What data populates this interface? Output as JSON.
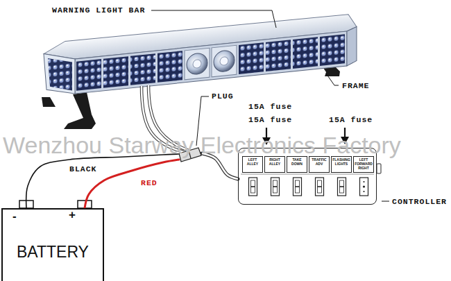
{
  "diagram": {
    "nodes": [
      {
        "text": [
          "PLUG"
        ]
      },
      {
        "text": [
          "CONTROLLER"
        ]
      },
      {
        "text": [
          "LEFT ALLEY"
        ],
        "in": 1
      },
      {
        "text": [
          "RIGHT ALLEY"
        ],
        "in": 1
      },
      {
        "text": [
          "TAKE DOWN"
        ],
        "in": 1
      },
      {
        "text": [
          "TRAFFIC ADV"
        ],
        "in": 1
      },
      {
        "text": [
          "FLASHING LIGHTS"
        ],
        "in": 1
      },
      {
        "text": [
          "LEFT FORWARD RIGHT"
        ],
        "in": 1
      },
      {
        "text": [
          "-",
          "+",
          "BATTERY"
        ]
      }
    ],
    "edges": [
      {
        "from": 8,
        "to": 0,
        "label": "BLACK",
        "arrow": "none"
      },
      {
        "from": 8,
        "to": 0,
        "label": "RED",
        "arrow": "none"
      },
      {
        "from": 0,
        "to": 1,
        "arrow": "none"
      }
    ],
    "labels": [
      "WARNING LIGHT BAR",
      "FRAME",
      "15A fuse",
      "15A fuse",
      "15A fuse",
      "Wenzhou Starway Electronics Factory"
    ]
  }
}
